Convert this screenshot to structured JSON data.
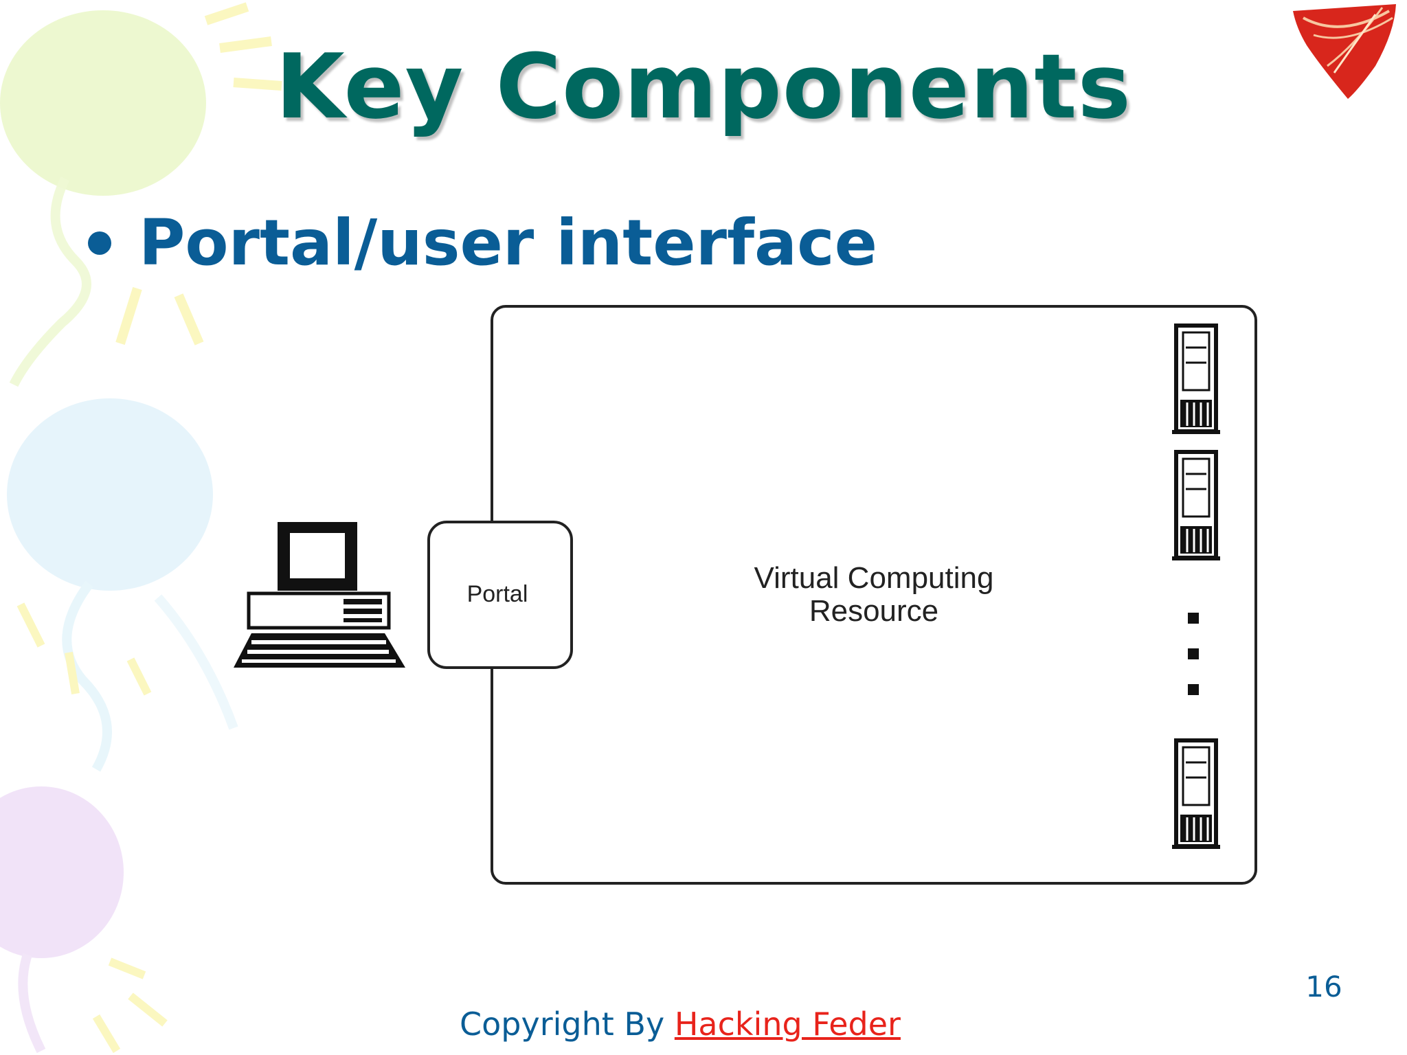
{
  "slide": {
    "title": "Key Components",
    "bullet": "Portal/user interface",
    "page_number": "16",
    "footer": {
      "prefix": "Copyright By ",
      "link_text": "Hacking Feder"
    }
  },
  "diagram": {
    "portal_label": "Portal",
    "resource_label_line1": "Virtual Computing",
    "resource_label_line2": "Resource"
  },
  "colors": {
    "title": "#00685f",
    "bullet_text": "#0a5d96",
    "footer_text": "#0a5d96",
    "footer_link": "#e8231b",
    "page_number": "#0a5d96"
  },
  "icons": [
    "balloon-decoration",
    "red-shield-logo",
    "desktop-computer-icon",
    "server-tower-icon"
  ]
}
